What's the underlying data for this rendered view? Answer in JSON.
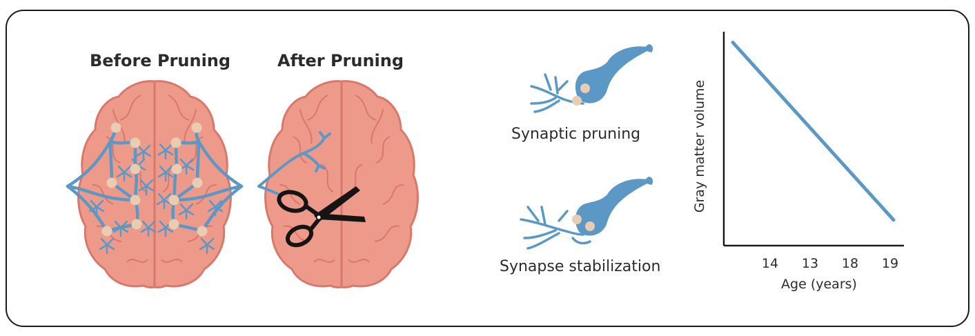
{
  "titles": {
    "before": "Before Pruning",
    "after": "After Pruning"
  },
  "synapse_labels": {
    "pruning": "Synaptic pruning",
    "stabilization": "Synapse stabilization"
  },
  "colors": {
    "brain_fill": "#EE9A8A",
    "brain_outline": "#D9776A",
    "neuron": "#5B98C6",
    "node": "#E9CDB2",
    "line": "#5B98C6",
    "scissors": "#151515"
  },
  "icons": [
    "brain-icon",
    "scissors-icon",
    "neuron-icon"
  ],
  "chart_data": {
    "type": "line",
    "xlabel": "Age (years)",
    "ylabel": "Gray matter volume",
    "categories": [
      "14",
      "13",
      "18",
      "19"
    ],
    "series": [
      {
        "values": [
          0.95,
          0.12
        ]
      }
    ],
    "series_x_extent": [
      "before 14",
      "19"
    ],
    "grid": false
  }
}
